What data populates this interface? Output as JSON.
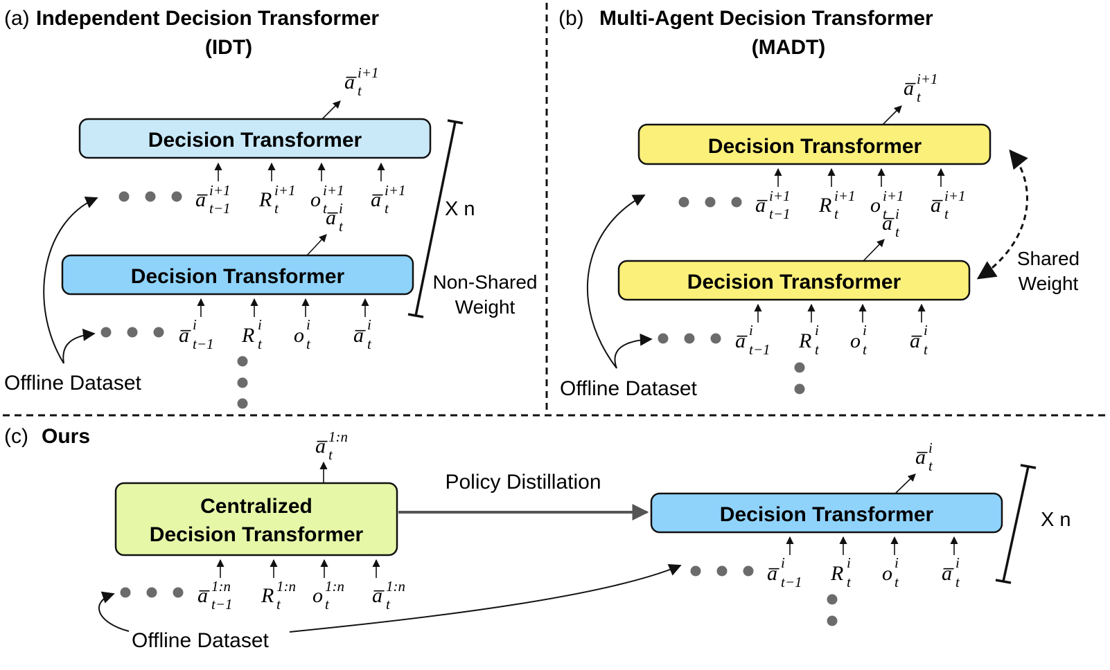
{
  "colors": {
    "light_blue": "#c9e9f9",
    "blue": "#8fd3fb",
    "yellow": "#fbf07a",
    "lime": "#e6f7a8",
    "dot_gray": "#6b6b6b",
    "line": "#111111",
    "distill_arrow": "#555555"
  },
  "panel_a": {
    "tag": "(a)",
    "title_line1": "Independent Decision Transformer",
    "title_line2": "(IDT)",
    "top_box": "Decision Transformer",
    "bottom_box": "Decision Transformer",
    "top_output": {
      "base": "a̅",
      "sup": "i+1",
      "sub": "t"
    },
    "mid_output": {
      "base": "a̅",
      "sup": "i",
      "sub": "t"
    },
    "top_inputs": [
      {
        "base": "a̅",
        "sup": "i+1",
        "sub": "t−1"
      },
      {
        "base": "R",
        "sup": "i+1",
        "sub": "t"
      },
      {
        "base": "o",
        "sup": "i+1",
        "sub": "t"
      },
      {
        "base": "a̅",
        "sup": "i+1",
        "sub": "t"
      }
    ],
    "bottom_inputs": [
      {
        "base": "a̅",
        "sup": "i",
        "sub": "t−1"
      },
      {
        "base": "R",
        "sup": "i",
        "sub": "t"
      },
      {
        "base": "o",
        "sup": "i",
        "sub": "t"
      },
      {
        "base": "a̅",
        "sup": "i",
        "sub": "t"
      }
    ],
    "repeat_label": "X n",
    "weight_line1": "Non-Shared",
    "weight_line2": "Weight",
    "dataset_label": "Offline Dataset"
  },
  "panel_b": {
    "tag": "(b)",
    "title_line1": "Multi-Agent Decision Transformer",
    "title_line2": "(MADT)",
    "top_box": "Decision Transformer",
    "bottom_box": "Decision Transformer",
    "top_output": {
      "base": "a̅",
      "sup": "i+1",
      "sub": "t"
    },
    "mid_output": {
      "base": "a̅",
      "sup": "i",
      "sub": "t"
    },
    "top_inputs": [
      {
        "base": "a̅",
        "sup": "i+1",
        "sub": "t−1"
      },
      {
        "base": "R",
        "sup": "i+1",
        "sub": "t"
      },
      {
        "base": "o",
        "sup": "i+1",
        "sub": "t"
      },
      {
        "base": "a̅",
        "sup": "i+1",
        "sub": "t"
      }
    ],
    "bottom_inputs": [
      {
        "base": "a̅",
        "sup": "i",
        "sub": "t−1"
      },
      {
        "base": "R",
        "sup": "i",
        "sub": "t"
      },
      {
        "base": "o",
        "sup": "i",
        "sub": "t"
      },
      {
        "base": "a̅",
        "sup": "i",
        "sub": "t"
      }
    ],
    "weight_line1": "Shared",
    "weight_line2": "Weight",
    "dataset_label": "Offline Dataset"
  },
  "panel_c": {
    "tag": "(c)",
    "title": "Ours",
    "central_line1": "Centralized",
    "central_line2": "Decision Transformer",
    "central_output": {
      "base": "a̅",
      "sup": "1:n",
      "sub": "t"
    },
    "central_inputs": [
      {
        "base": "a̅",
        "sup": "1:n",
        "sub": "t−1"
      },
      {
        "base": "R",
        "sup": "1:n",
        "sub": "t"
      },
      {
        "base": "o",
        "sup": "1:n",
        "sub": "t"
      },
      {
        "base": "a̅",
        "sup": "1:n",
        "sub": "t"
      }
    ],
    "distill_label": "Policy Distillation",
    "student_box": "Decision Transformer",
    "student_output": {
      "base": "a̅",
      "sup": "i",
      "sub": "t"
    },
    "student_inputs": [
      {
        "base": "a̅",
        "sup": "i",
        "sub": "t−1"
      },
      {
        "base": "R",
        "sup": "i",
        "sub": "t"
      },
      {
        "base": "o",
        "sup": "i",
        "sub": "t"
      },
      {
        "base": "a̅",
        "sup": "i",
        "sub": "t"
      }
    ],
    "repeat_label": "X n",
    "dataset_label": "Offline Dataset"
  }
}
